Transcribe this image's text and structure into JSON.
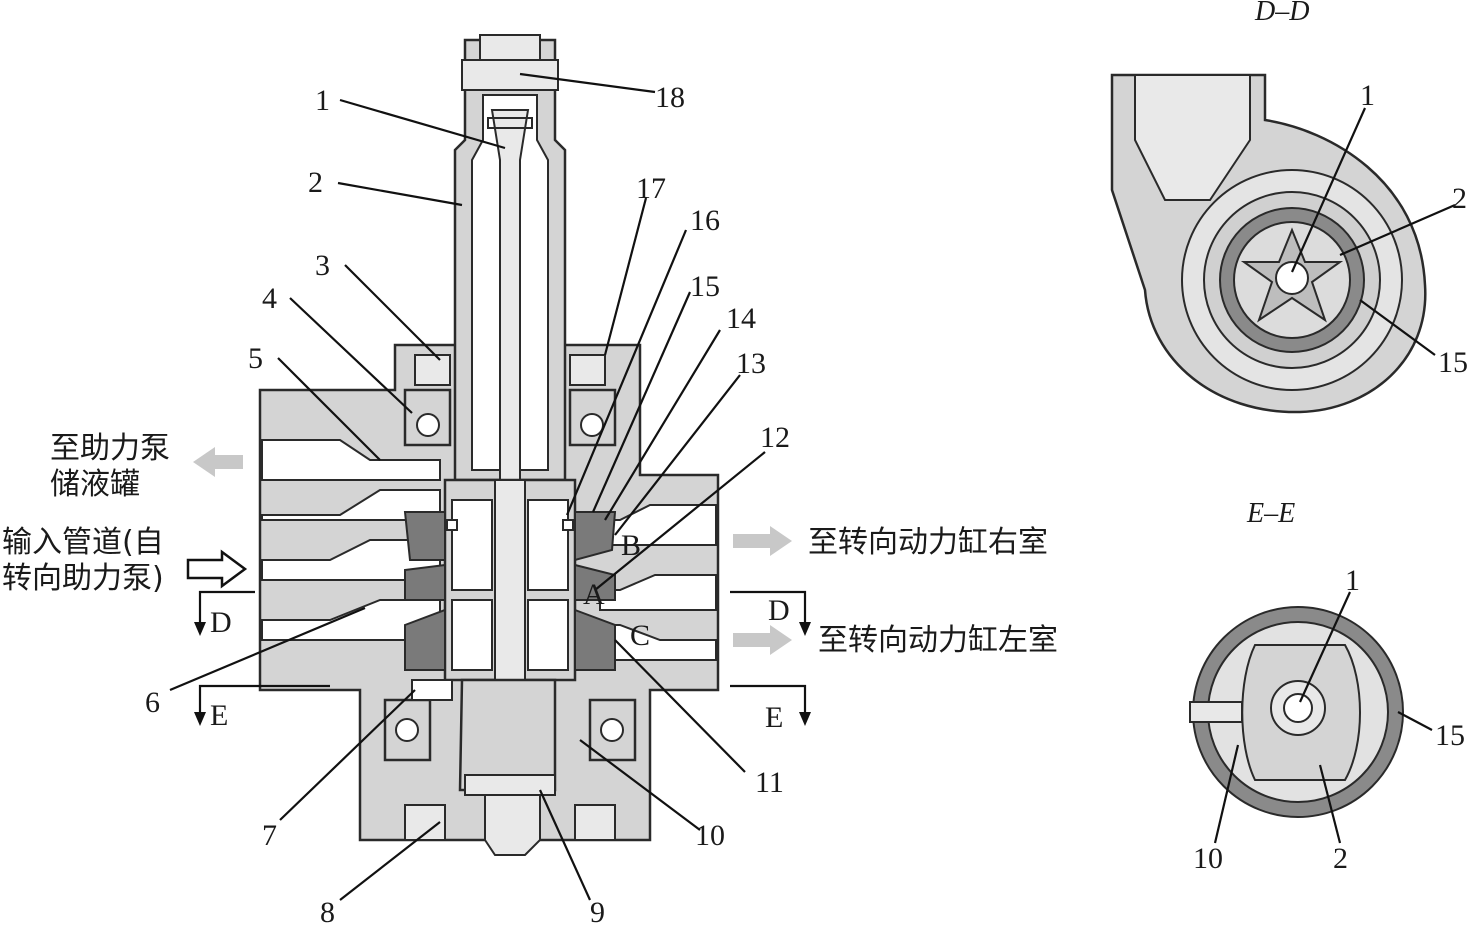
{
  "main_view": {
    "part_numbers": [
      "1",
      "2",
      "3",
      "4",
      "5",
      "6",
      "7",
      "8",
      "9",
      "10",
      "11",
      "12",
      "13",
      "14",
      "15",
      "16",
      "17",
      "18"
    ],
    "port_letters": [
      "A",
      "B",
      "C"
    ],
    "to_reservoir": [
      "至助力泵",
      "储液罐"
    ],
    "input_pipe": [
      "输入管道(自",
      "转向助力泵)"
    ],
    "to_right_chamber": "至转向动力缸右室",
    "to_left_chamber": "至转向动力缸左室",
    "section_marks": {
      "d_left": "D",
      "d_right": "D",
      "e_left": "E",
      "e_right": "E"
    }
  },
  "section_dd": {
    "title": "D–D",
    "labels": [
      "1",
      "2",
      "15"
    ]
  },
  "section_ee": {
    "title": "E–E",
    "labels": [
      "1",
      "10",
      "2",
      "15"
    ]
  },
  "colors": {
    "arrow_gray": "#c8c8c8",
    "metal": "#d4d4d4",
    "dark": "#7a7a7a"
  }
}
